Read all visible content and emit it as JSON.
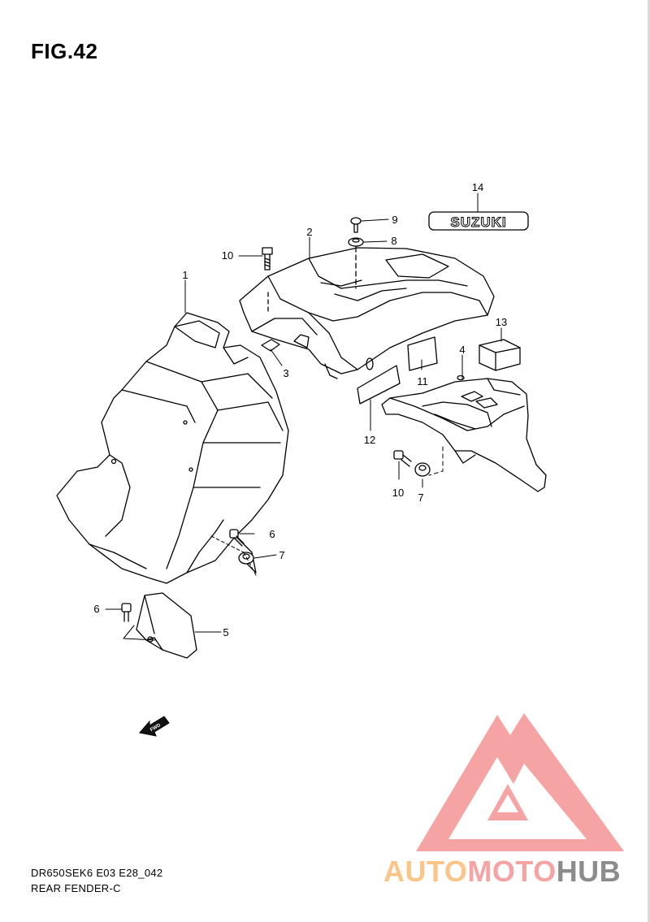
{
  "figure": {
    "title": "FIG.42",
    "model_code": "DR650SEK6 E03 E28_042",
    "assembly_name": "REAR FENDER-C"
  },
  "parts": {
    "p1": "1",
    "p2": "2",
    "p3": "3",
    "p4": "4",
    "p5": "5",
    "p6a": "6",
    "p6b": "6",
    "p7a": "7",
    "p7b": "7",
    "p8": "8",
    "p9": "9",
    "p10a": "10",
    "p10b": "10",
    "p11": "11",
    "p12": "12",
    "p13": "13",
    "p14": "14"
  },
  "decal_text": "SUZUKI",
  "fwd_label": "FWD",
  "watermark": {
    "part_a": "AUTO",
    "part_b": "MOTO",
    "part_c": "HUB",
    "colors": {
      "auto": "#f9c588",
      "moto": "#f6a3a3",
      "hub": "#8c8c8c",
      "logo": "#f6a3a3"
    }
  }
}
